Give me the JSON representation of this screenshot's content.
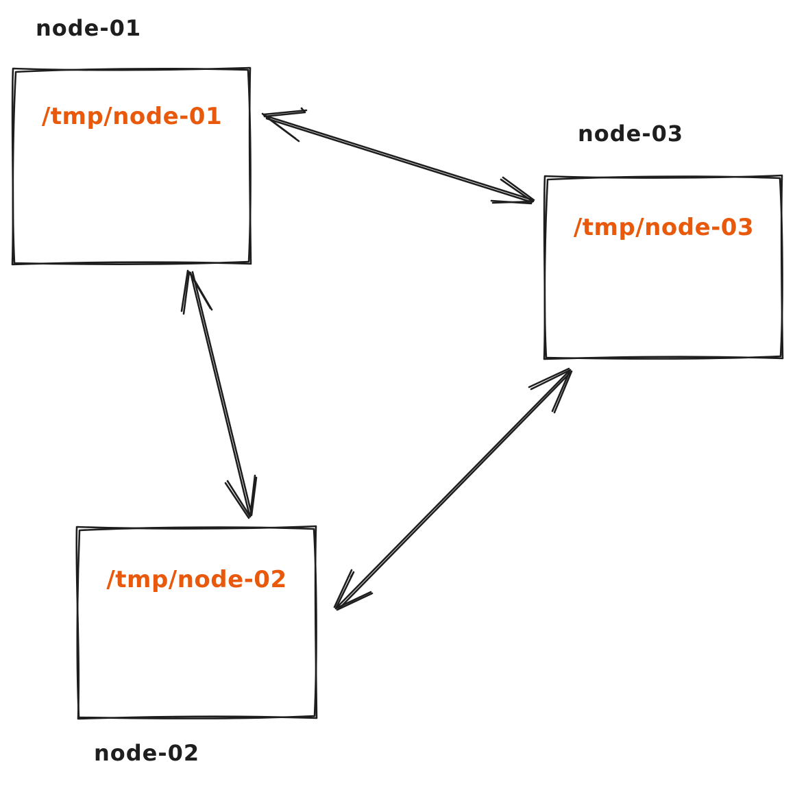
{
  "diagram": {
    "style": "hand-drawn-sketch",
    "background_color": "#ffffff",
    "stroke_color": "#1e1e1e",
    "accent_color": "#e8590c",
    "nodes": [
      {
        "id": "node-01",
        "title": "node-01",
        "path_text": "/tmp/node-01",
        "title_position": "above-box"
      },
      {
        "id": "node-02",
        "title": "node-02",
        "path_text": "/tmp/node-02",
        "title_position": "below-box"
      },
      {
        "id": "node-03",
        "title": "node-03",
        "path_text": "/tmp/node-03",
        "title_position": "above-box"
      }
    ],
    "edges": [
      {
        "from": "node-01",
        "to": "node-03",
        "bidirectional": true
      },
      {
        "from": "node-01",
        "to": "node-02",
        "bidirectional": true
      },
      {
        "from": "node-02",
        "to": "node-03",
        "bidirectional": true
      }
    ]
  }
}
